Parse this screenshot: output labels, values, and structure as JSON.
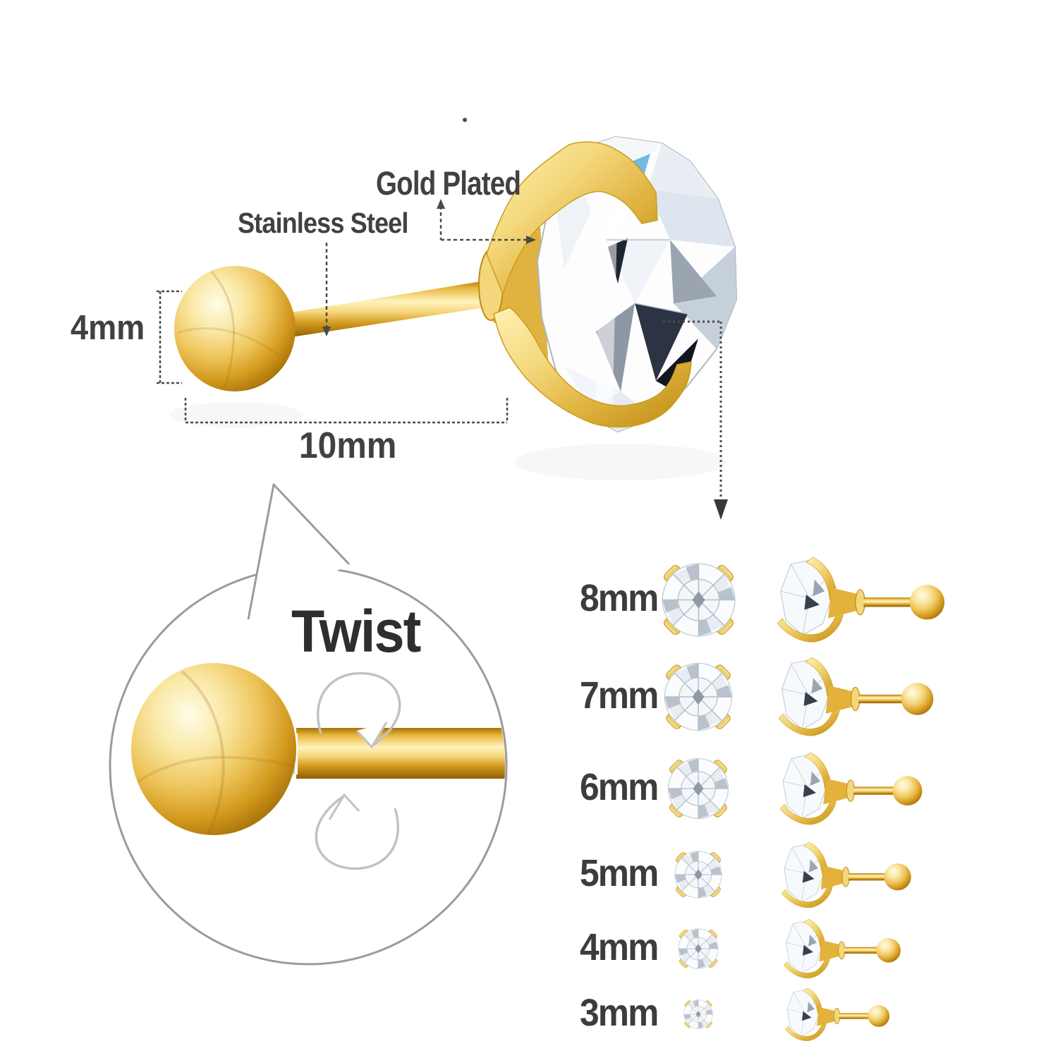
{
  "hero": {
    "labels": {
      "gold_plated": "Gold Plated",
      "stainless_steel": "Stainless Steel",
      "ball_diameter": "4mm",
      "bar_length": "10mm"
    }
  },
  "magnifier": {
    "label": "Twist"
  },
  "size_chart": {
    "rows": [
      {
        "label": "8mm"
      },
      {
        "label": "7mm"
      },
      {
        "label": "6mm"
      },
      {
        "label": "5mm"
      },
      {
        "label": "4mm"
      },
      {
        "label": "3mm"
      }
    ]
  },
  "colors": {
    "gold": "#E0AB30",
    "gold_dark": "#A06C06",
    "gold_light": "#FFF3BC",
    "gem_white": "#F7FAFC",
    "text": "#3F3F3F",
    "annotation_line": "#4A4A4A"
  }
}
